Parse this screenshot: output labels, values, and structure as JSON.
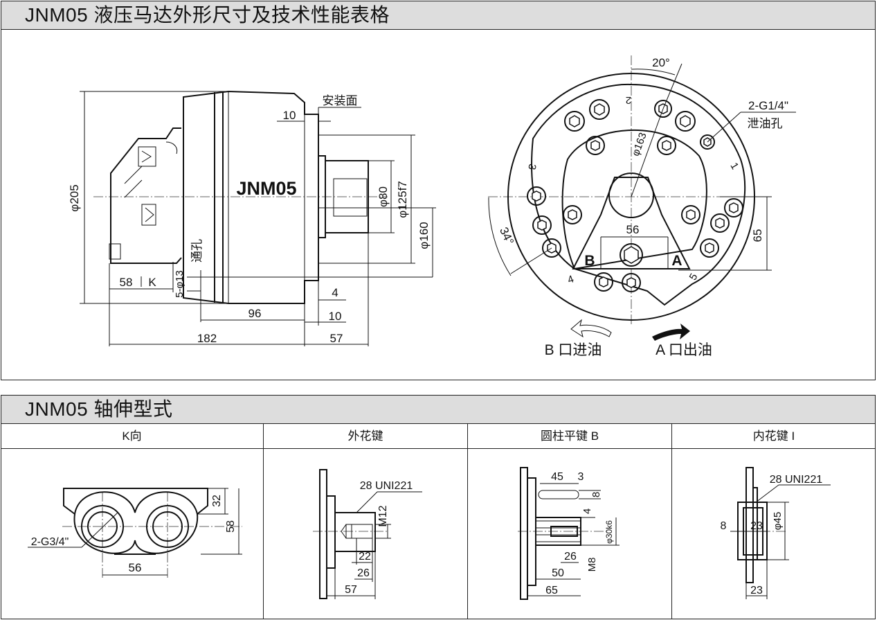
{
  "section1": {
    "title": "JNM05 液压马达外形尺寸及技术性能表格"
  },
  "section2": {
    "title": "JNM05 轴伸型式",
    "columns": [
      "K向",
      "外花键",
      "圆柱平键 B",
      "内花键 I"
    ]
  },
  "side_view": {
    "model_label": "JNM05",
    "mount_face_label": "安装面",
    "through_hole_label": "通孔",
    "dims": {
      "d205": "φ205",
      "d80": "φ80",
      "d125": "φ125f7",
      "d160": "φ160",
      "top10": "10",
      "k58": "58",
      "kdir": "K",
      "holes": "5-φ13",
      "d96": "96",
      "d4": "4",
      "bot10": "10",
      "d182": "182",
      "d57": "57"
    }
  },
  "front_view": {
    "angle20": "20°",
    "angle34": "34°",
    "drain_size": "2-G1/4\"",
    "drain_label": "泄油孔",
    "d163": "φ163",
    "d56": "56",
    "d65": "65",
    "port_b": "B",
    "port_a": "A",
    "bolt_numbers": [
      "1",
      "2",
      "3",
      "4",
      "5"
    ],
    "b_port_label": "B 口进油",
    "a_port_label": "A 口出油"
  },
  "k_view": {
    "thread": "2-G3/4\"",
    "d56": "56",
    "d32": "32",
    "d58": "58"
  },
  "external_spline": {
    "spec": "28 UNI221",
    "m12": "M12",
    "d22": "22",
    "d26": "26",
    "d57": "57"
  },
  "cylinder_key": {
    "d45": "45",
    "d3": "3",
    "d8": "8",
    "d4": "4",
    "d30": "φ30k6",
    "d26": "26",
    "m8": "M8",
    "d50": "50",
    "d65": "65"
  },
  "internal_spline": {
    "spec": "28 UNI221",
    "d8": "8",
    "d23a": "23",
    "d45": "φ45",
    "d23b": "23"
  }
}
